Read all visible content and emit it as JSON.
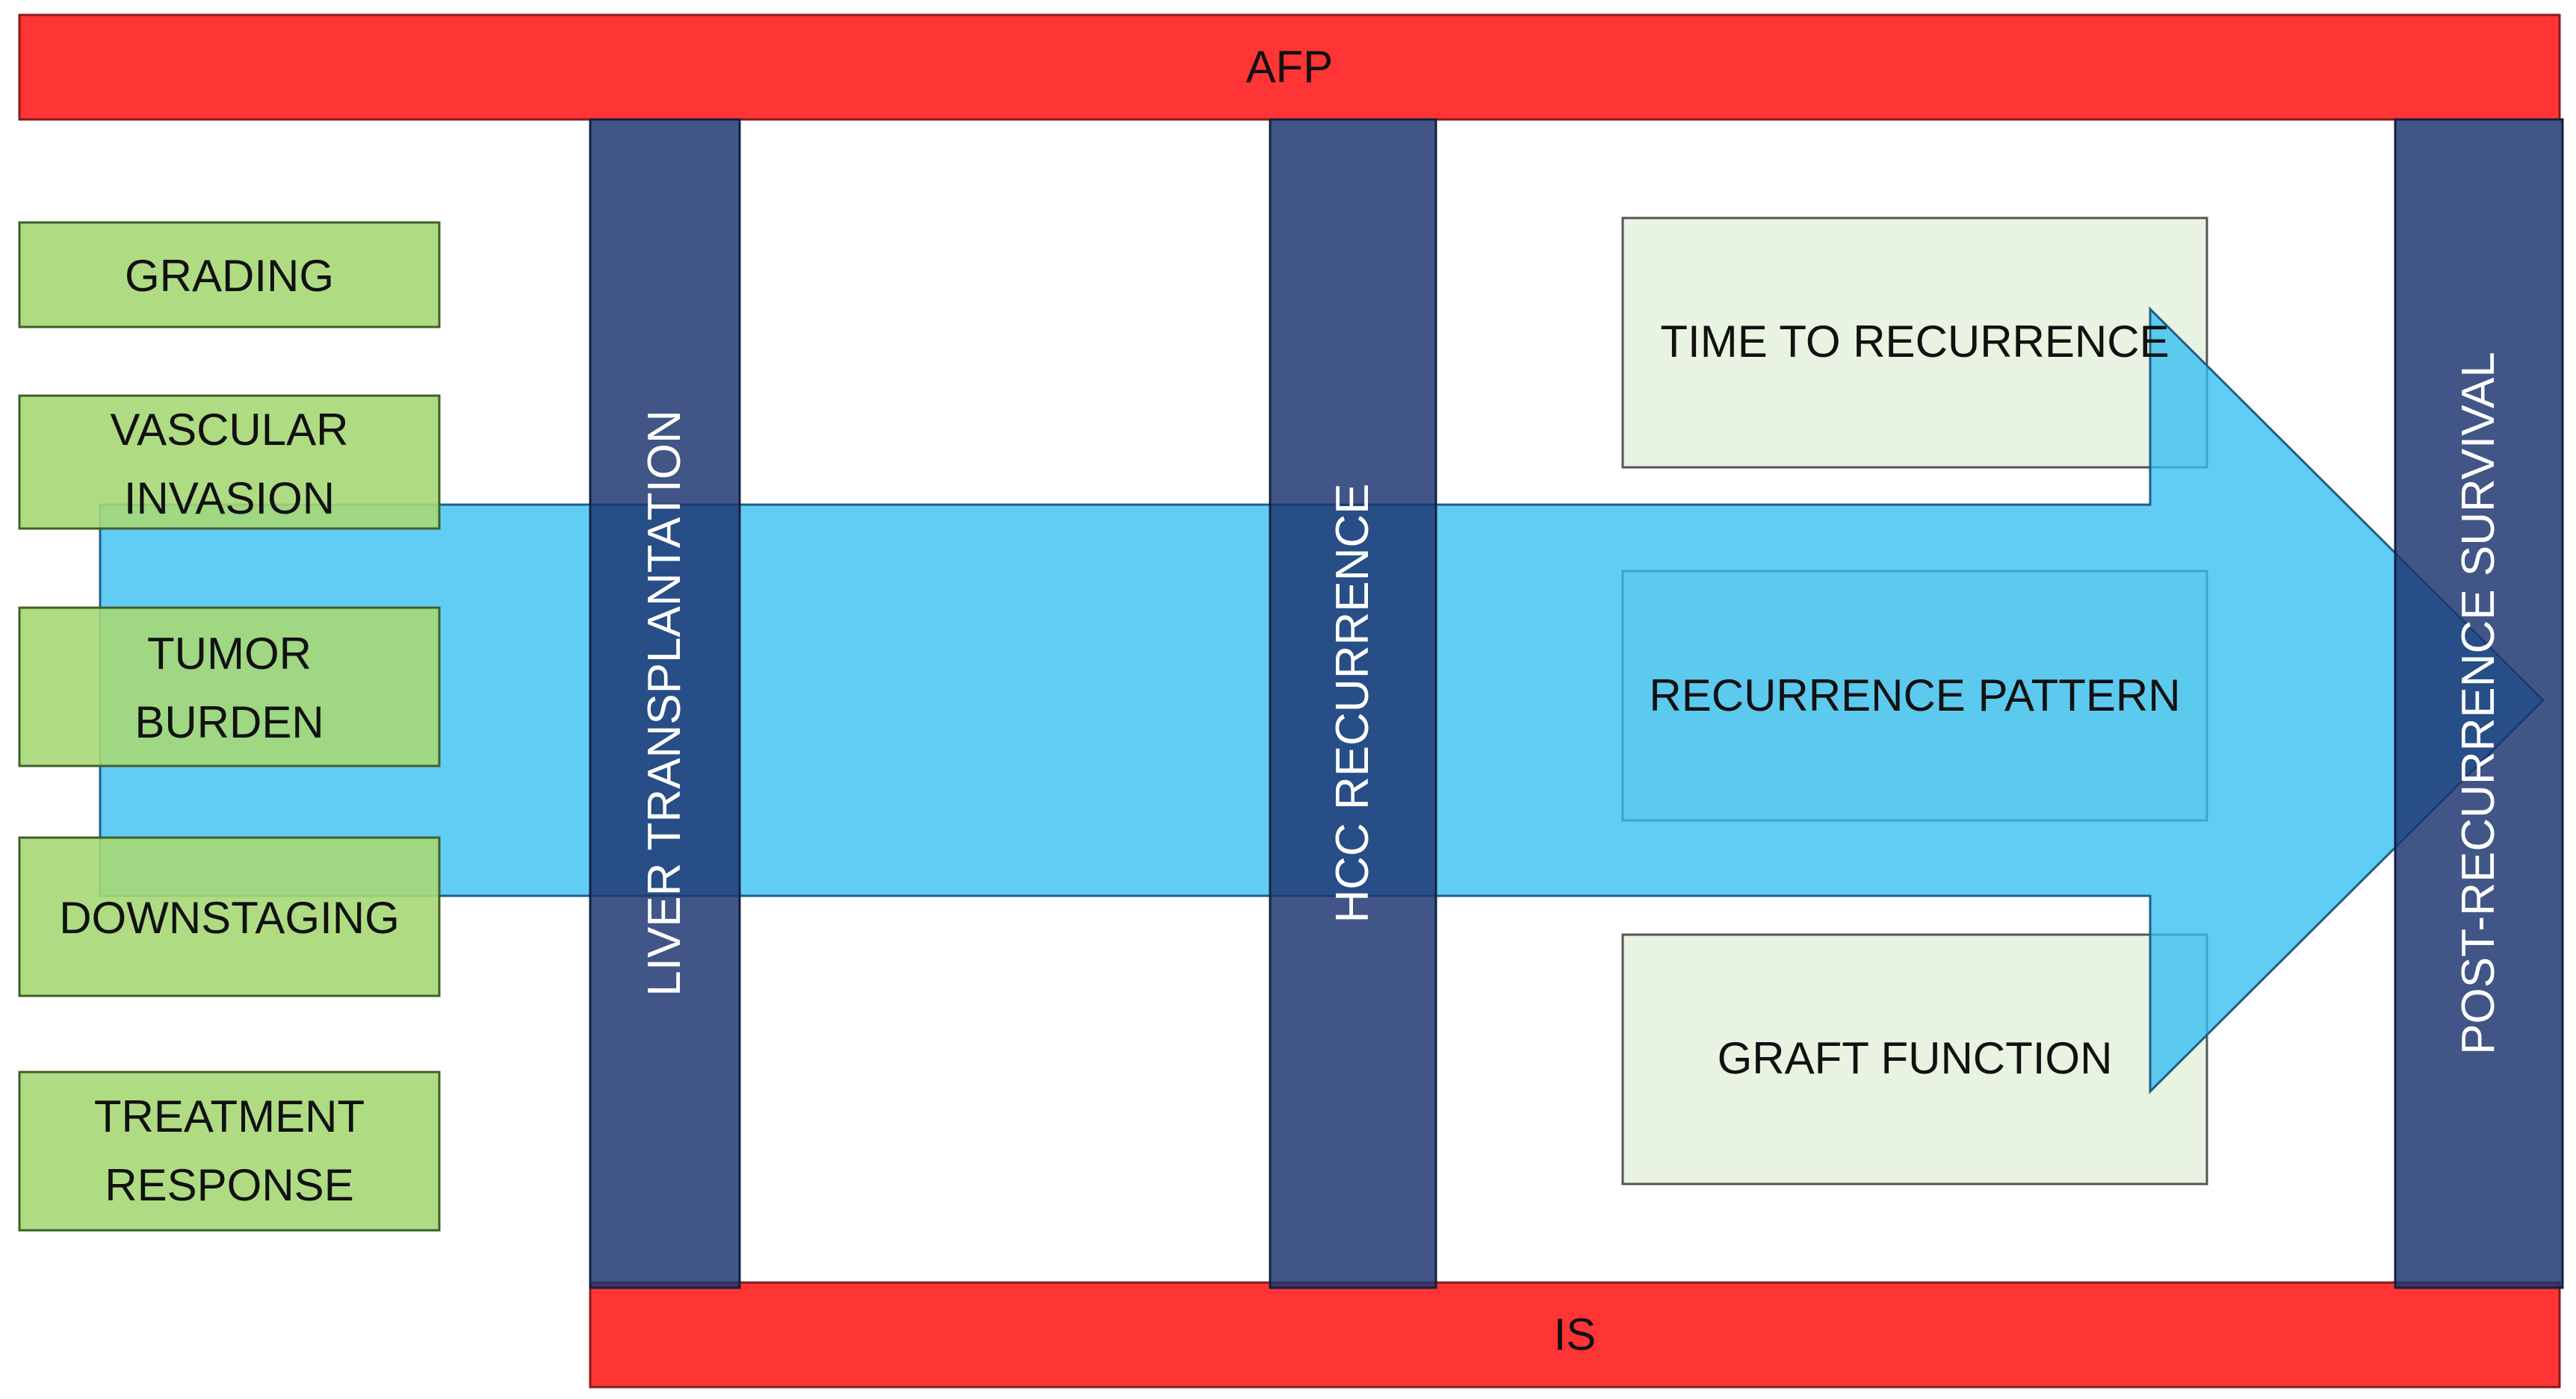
{
  "bars": {
    "afp": "AFP",
    "is": "IS"
  },
  "factors": [
    {
      "lines": [
        "GRADING"
      ]
    },
    {
      "lines": [
        "VASCULAR",
        "INVASION"
      ]
    },
    {
      "lines": [
        "TUMOR",
        "BURDEN"
      ]
    },
    {
      "lines": [
        "DOWNSTAGING"
      ]
    },
    {
      "lines": [
        "TREATMENT",
        "RESPONSE"
      ]
    }
  ],
  "columns": {
    "liver_transplantation": "LIVER TRANSPLANTATION",
    "hcc_recurrence": "HCC RECURRENCE",
    "post_recurrence_survival": "POST-RECURRENCE SURVIVAL"
  },
  "outcomes": {
    "time_to_recurrence": "TIME TO RECURRENCE",
    "recurrence_pattern": "RECURRENCE PATTERN",
    "graft_function": "GRAFT FUNCTION"
  },
  "colors": {
    "red_bar": "#ff3434",
    "navy_column": "#1d3670",
    "blue_arrow": "#35bef1",
    "green_box": "#a6d876",
    "light_box": "#e9f3e2",
    "text": "#111111"
  }
}
